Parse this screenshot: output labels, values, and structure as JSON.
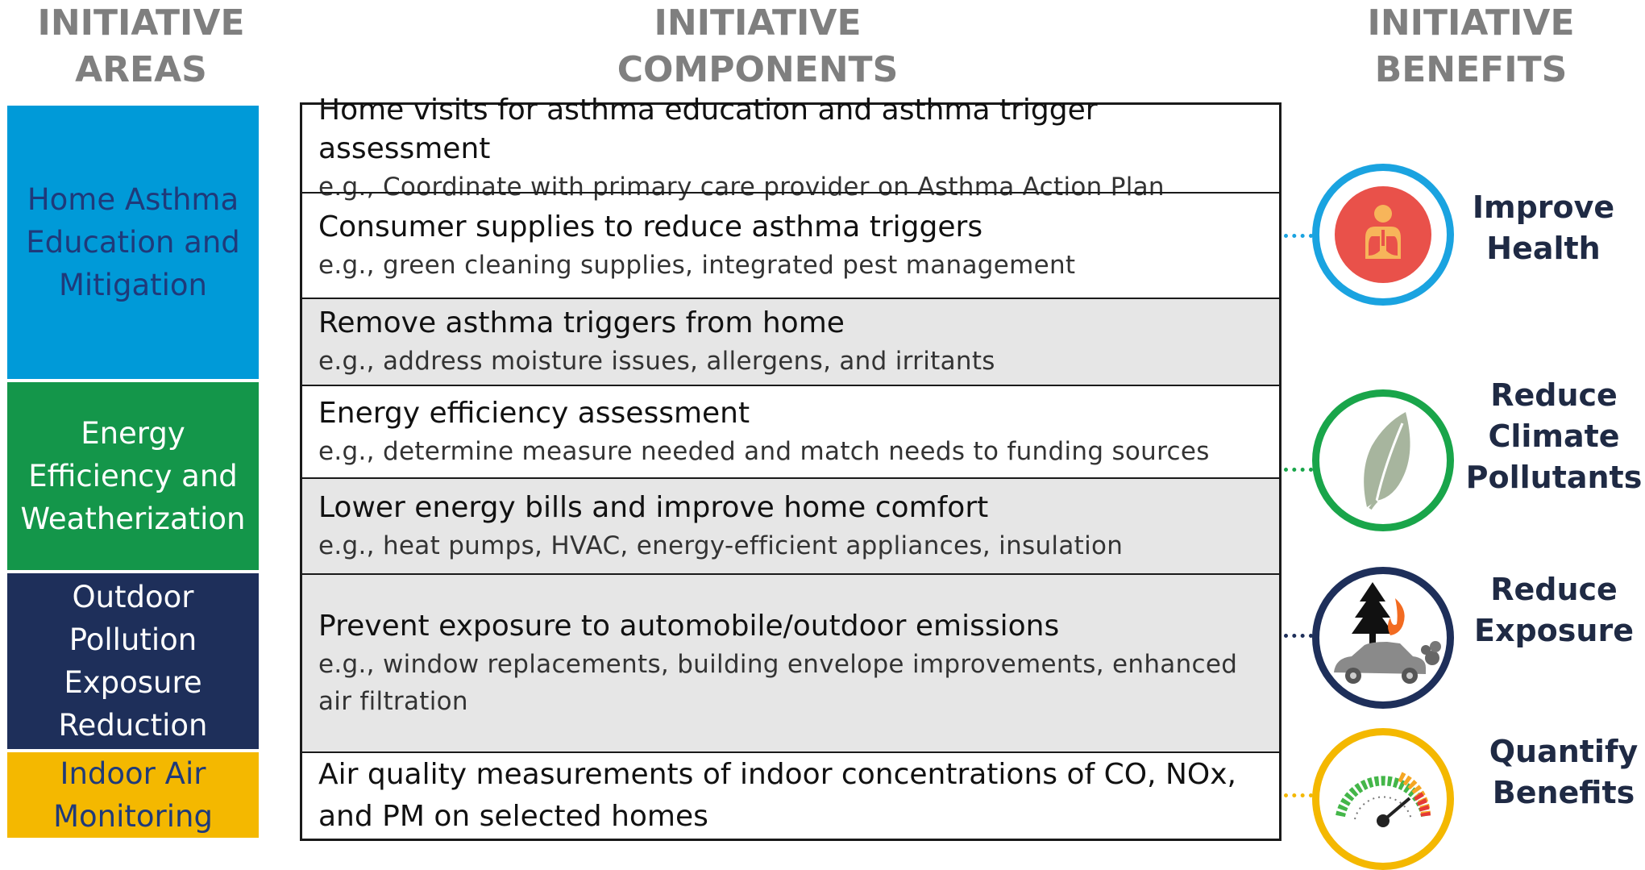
{
  "headers": {
    "areas": "INITIATIVE\nAREAS",
    "components": "INITIATIVE\nCOMPONENTS",
    "benefits": "INITIATIVE\nBENEFITS"
  },
  "areas": [
    {
      "label": "Home Asthma\nEducation and\nMitigation",
      "color": "#009ad8",
      "text_color": "#1f3a7a"
    },
    {
      "label": "Energy\nEfficiency and\nWeatherization",
      "color": "#14964a",
      "text_color": "#ffffff"
    },
    {
      "label": "Outdoor\nPollution\nExposure\nReduction",
      "color": "#1e2f5a",
      "text_color": "#ffffff"
    },
    {
      "label": "Indoor Air\nMonitoring",
      "color": "#f4b800",
      "text_color": "#1f3a7a"
    }
  ],
  "components": [
    {
      "title": "Home visits for asthma education and asthma trigger assessment",
      "example": "e.g., Coordinate with primary care provider on Asthma Action Plan"
    },
    {
      "title": "Consumer supplies to reduce asthma triggers",
      "example": "e.g., green cleaning supplies, integrated pest management"
    },
    {
      "title": "Remove asthma triggers from home",
      "example": "e.g., address moisture issues, allergens, and irritants"
    },
    {
      "title": "Energy efficiency assessment",
      "example": "e.g., determine measure needed and match needs to funding sources"
    },
    {
      "title": "Lower energy bills and improve home comfort",
      "example": "e.g., heat pumps, HVAC, energy-efficient appliances, insulation"
    },
    {
      "title": "Prevent exposure to automobile/outdoor emissions",
      "example": "e.g., window replacements, building envelope improvements, enhanced air filtration"
    },
    {
      "title": "Air quality measurements of indoor concentrations of CO, NOx, and PM on selected homes",
      "example": ""
    }
  ],
  "benefits": [
    {
      "label": "Improve\nHealth",
      "color": "#1aa3e0",
      "icon": "lungs-icon"
    },
    {
      "label": "Reduce\nClimate\nPollutants",
      "color": "#19a54a",
      "icon": "leaf-icon"
    },
    {
      "label": "Reduce\nExposure",
      "color": "#1e2f5a",
      "icon": "car-fire-icon"
    },
    {
      "label": "Quantify\nBenefits",
      "color": "#f4b800",
      "icon": "gauge-icon"
    }
  ]
}
